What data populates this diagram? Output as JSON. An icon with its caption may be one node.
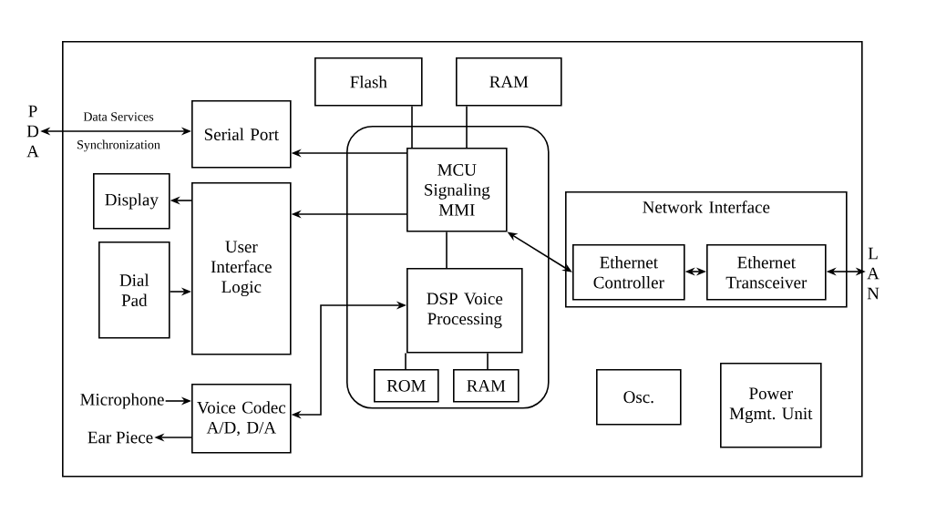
{
  "diagram": {
    "nodes": [
      {
        "text": [],
        "shape": "box"
      },
      {
        "text": [
          "P D A"
        ]
      },
      {
        "text": [
          "Serial Port"
        ],
        "in": 0
      },
      {
        "text": [
          "Flash"
        ],
        "in": 0
      },
      {
        "text": [
          "RAM"
        ],
        "in": 0
      },
      {
        "text": [],
        "shape": "box",
        "in": 0
      },
      {
        "text": [
          "MCU Signaling MMI"
        ],
        "in": 5
      },
      {
        "text": [
          "Display"
        ],
        "in": 0
      },
      {
        "text": [
          "User Interface Logic"
        ],
        "in": 0
      },
      {
        "text": [
          "Dial Pad"
        ],
        "in": 0
      },
      {
        "text": [
          "DSP Voice Processing"
        ],
        "in": 5
      },
      {
        "text": [
          "ROM"
        ],
        "in": 5
      },
      {
        "text": [
          "RAM"
        ],
        "in": 5
      },
      {
        "text": [
          "Network Interface"
        ],
        "in": 0
      },
      {
        "text": [
          "Ethernet Controller"
        ],
        "in": 13
      },
      {
        "text": [
          "Ethernet Transceiver"
        ],
        "in": 13
      },
      {
        "text": [
          "L A N"
        ]
      },
      {
        "text": [
          "Microphone"
        ],
        "in": 0
      },
      {
        "text": [
          "Ear Piece"
        ],
        "in": 0
      },
      {
        "text": [
          "Voice Codec A/D, D/A"
        ],
        "in": 0
      },
      {
        "text": [
          "Osc."
        ],
        "in": 0
      },
      {
        "text": [
          "Power Mgmt. Unit"
        ],
        "in": 0
      }
    ],
    "edges": [
      {
        "from": 1,
        "to": 2,
        "arrow": "both",
        "label": "Data Services"
      },
      {
        "from": 3,
        "to": 6,
        "arrow": "none"
      },
      {
        "from": 4,
        "to": 6,
        "arrow": "none"
      },
      {
        "from": 6,
        "to": 2,
        "arrow": "to"
      },
      {
        "from": 6,
        "to": 8,
        "arrow": "to"
      },
      {
        "from": 8,
        "to": 7,
        "arrow": "to"
      },
      {
        "from": 9,
        "to": 8,
        "arrow": "to"
      },
      {
        "from": 6,
        "to": 10,
        "arrow": "none"
      },
      {
        "from": 10,
        "to": 11,
        "arrow": "none"
      },
      {
        "from": 10,
        "to": 12,
        "arrow": "none"
      },
      {
        "from": 19,
        "to": 10,
        "arrow": "both"
      },
      {
        "from": 6,
        "to": 14,
        "arrow": "both"
      },
      {
        "from": 14,
        "to": 15,
        "arrow": "both"
      },
      {
        "from": 15,
        "to": 16,
        "arrow": "both"
      },
      {
        "from": 17,
        "to": 19,
        "arrow": "to"
      },
      {
        "from": 19,
        "to": 18,
        "arrow": "to"
      }
    ],
    "labels": [
      "Synchronization"
    ]
  }
}
